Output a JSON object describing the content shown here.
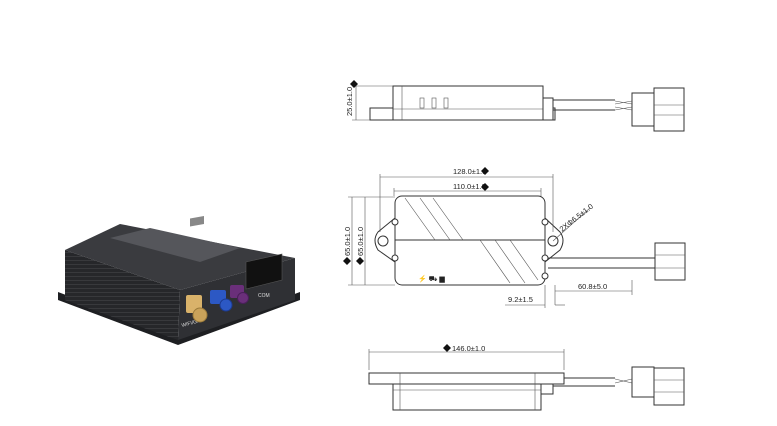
{
  "product_photo": {
    "port_labels": {
      "wifi": "WIFI/GPS",
      "com": "COM"
    }
  },
  "top_view": {
    "height_dim": "25.0±1.0"
  },
  "front_view": {
    "overall_width_dim": "128.0±1.0",
    "body_width_dim": "110.0±1.0",
    "height_dim_outer": "65.0±1.0",
    "height_dim_inner": "65.0±1.0",
    "hole_dim": "2XΦ6.5±1.0",
    "offset_dim": "9.2±1.5",
    "cable_dim": "60.8±5.0"
  },
  "bottom_view": {
    "length_dim": "146.0±1.0"
  },
  "colors": {
    "device": "#2a2b2e",
    "sma_yellow": "#d9b26a",
    "sma_blue": "#2c58c4",
    "sma_purple": "#6a2f7a"
  }
}
